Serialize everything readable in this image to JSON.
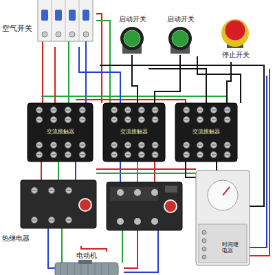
{
  "diagram": {
    "nodes": [
      {
        "text": [
          "空气开关"
        ]
      },
      {
        "text": [
          "启动开关"
        ]
      },
      {
        "text": [
          "启动开关"
        ]
      },
      {
        "text": [
          "停止开关"
        ]
      },
      {
        "text": [
          "交流接触器"
        ]
      },
      {
        "text": [
          "交流接触器"
        ]
      },
      {
        "text": [
          "交流接触器"
        ]
      },
      {
        "text": [
          "热继电器"
        ]
      },
      {
        "text": [
          "时间继电器"
        ]
      },
      {
        "text": [
          "电动机"
        ]
      }
    ],
    "edges": [
      {
        "from": 0,
        "to": 4,
        "arrow": "none"
      },
      {
        "from": 0,
        "to": 5,
        "arrow": "none"
      },
      {
        "from": 4,
        "to": 7,
        "arrow": "none"
      },
      {
        "from": 7,
        "to": 9,
        "arrow": "none"
      },
      {
        "from": 1,
        "to": 5,
        "arrow": "none"
      },
      {
        "from": 2,
        "to": 5,
        "arrow": "none"
      },
      {
        "from": 3,
        "to": 6,
        "arrow": "none"
      },
      {
        "from": 6,
        "to": 8,
        "arrow": "none"
      }
    ]
  }
}
